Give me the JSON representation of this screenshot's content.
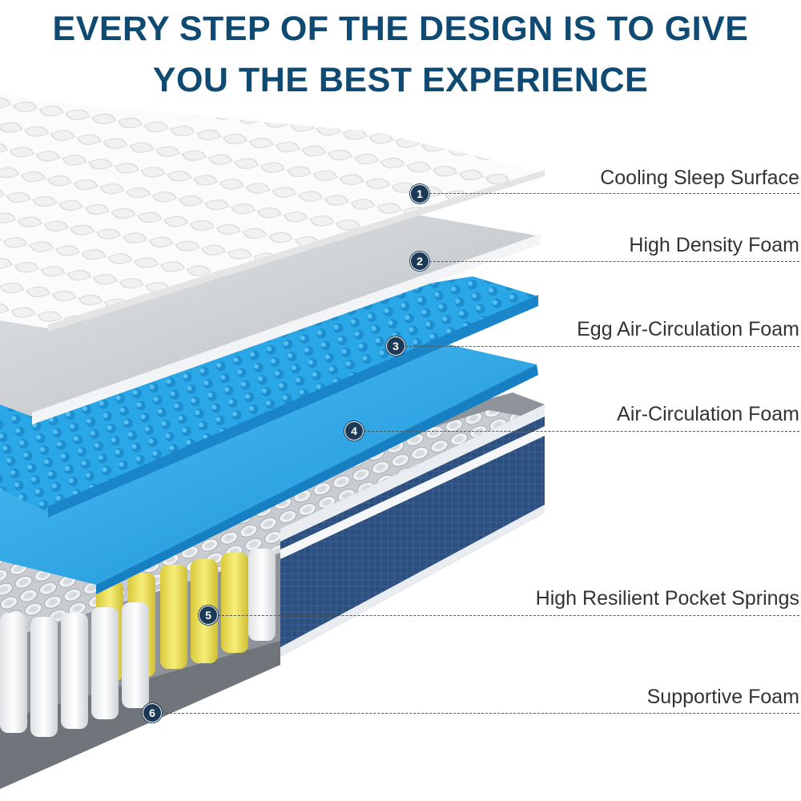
{
  "headline": {
    "line1": "EVERY STEP OF THE DESIGN IS TO GIVE",
    "line2": "YOU THE BEST EXPERIENCE"
  },
  "colors": {
    "headline": "#0f4a73",
    "badge": "#1c3a57",
    "foam_blue": "#2aa7e6",
    "side_panel": "#2d4f7e",
    "spring_yellow": "#f2e35a"
  },
  "layers": [
    {
      "number": "1",
      "label": "Cooling Sleep Surface"
    },
    {
      "number": "2",
      "label": "High Density Foam"
    },
    {
      "number": "3",
      "label": "Egg Air-Circulation Foam"
    },
    {
      "number": "4",
      "label": "Air-Circulation Foam"
    },
    {
      "number": "5",
      "label": "High Resilient Pocket Springs"
    },
    {
      "number": "6",
      "label": "Supportive Foam"
    }
  ]
}
